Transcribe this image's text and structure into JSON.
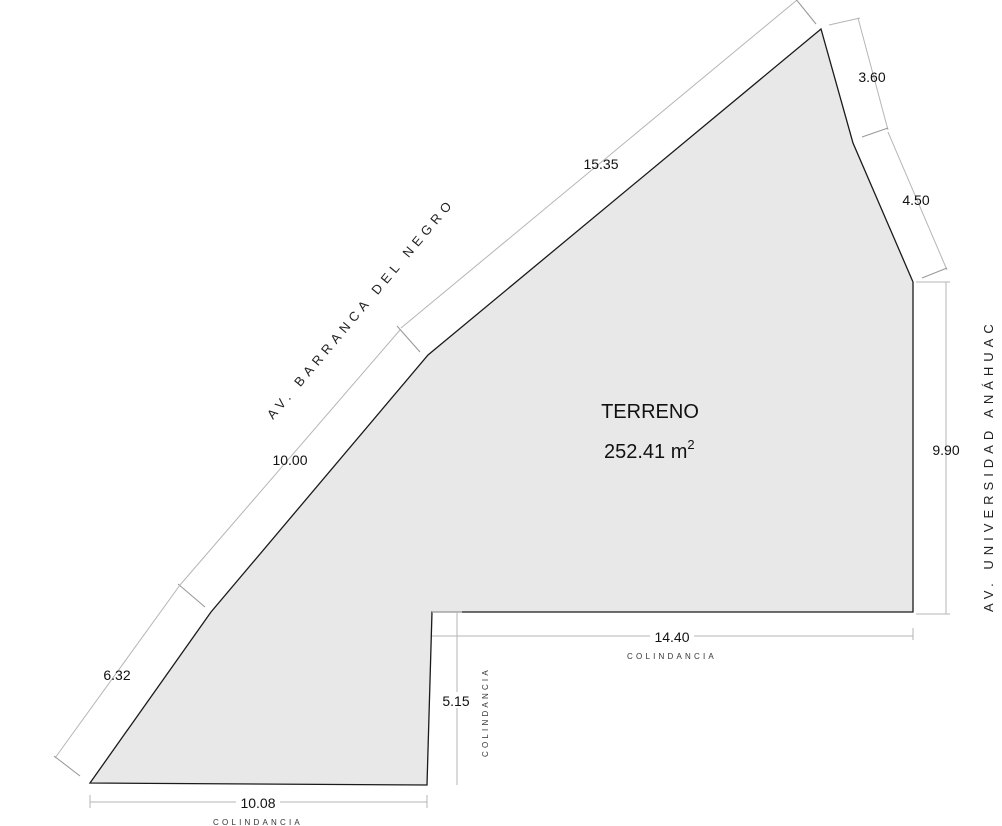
{
  "lot": {
    "title": "TERRENO",
    "area_value": "252.41 m",
    "area_exponent": "2"
  },
  "streets": {
    "northwest": "AV. BARRANCA DEL NEGRO",
    "east": "AV. UNIVERSIDAD ANÁHUAC"
  },
  "adjacent": {
    "label": "COLINDANCIA"
  },
  "dimensions": {
    "bottom": "10.08",
    "lower_diagonal": "6.32",
    "middle_diagonal": "10.00",
    "upper_diagonal": "15.35",
    "top_right_short": "3.60",
    "right_slant": "4.50",
    "right_vertical": "9.90",
    "notch_horizontal": "14.40",
    "notch_vertical": "5.15"
  }
}
